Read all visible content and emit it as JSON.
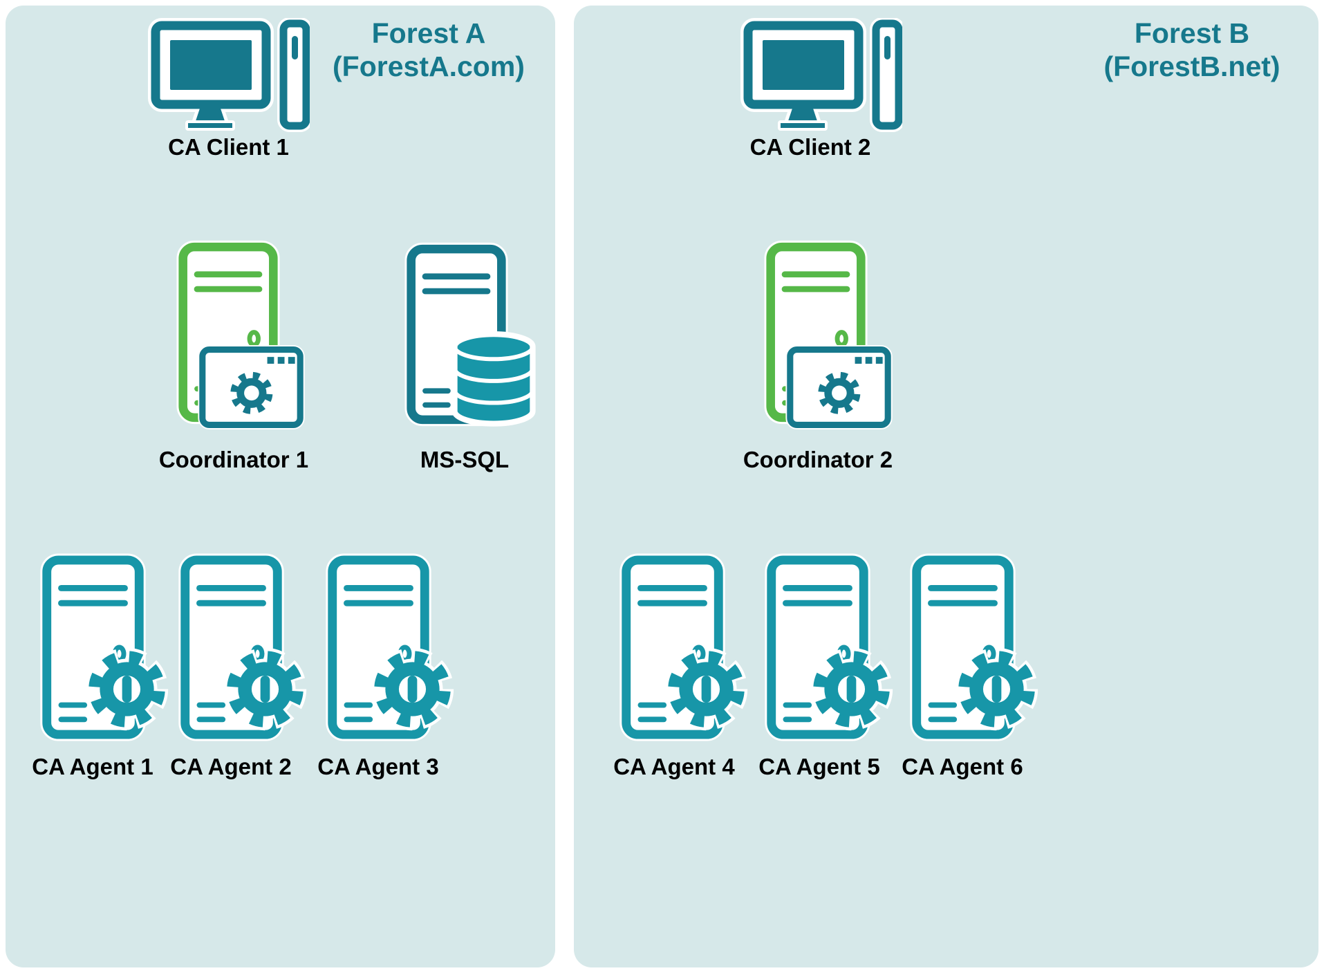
{
  "colors": {
    "panel_bg": "#d6e8e9",
    "teal_dark": "#16788c",
    "teal": "#1796a8",
    "green": "#56b848",
    "label": "#000000"
  },
  "panels": [
    {
      "title_line1": "Forest A",
      "title_line2": "(ForestA.com)",
      "client_label": "CA Client 1",
      "coordinator_label": "Coordinator 1",
      "database_label": "MS-SQL",
      "agent_labels": [
        "CA Agent 1",
        "CA Agent 2",
        "CA Agent 3"
      ]
    },
    {
      "title_line1": "Forest B",
      "title_line2": "(ForestB.net)",
      "client_label": "CA Client 2",
      "coordinator_label": "Coordinator 2",
      "agent_labels": [
        "CA Agent 4",
        "CA Agent 5",
        "CA Agent 6"
      ]
    }
  ]
}
